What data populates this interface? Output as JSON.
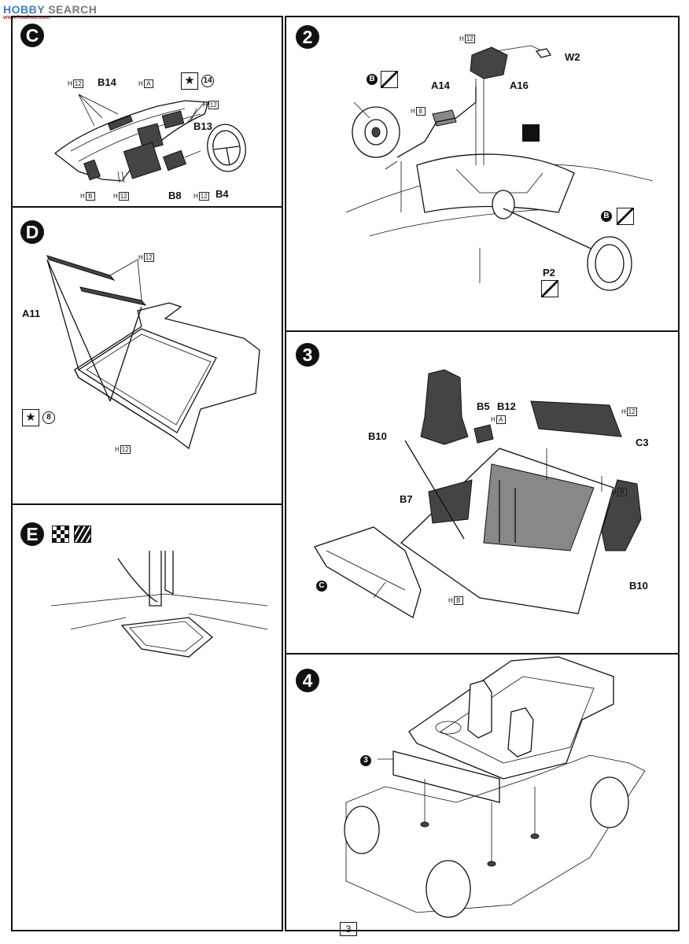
{
  "watermark": {
    "brand_left": "HOBBY",
    "brand_right": "SEARCH",
    "sub": "www.hsuhuo.com"
  },
  "page_number": "3",
  "sections": {
    "C": {
      "badge": "C",
      "parts": {
        "b14": "B14",
        "b13": "B13",
        "b8": "B8",
        "b4": "B4"
      },
      "tags": {
        "h12_a": "12",
        "h_a": "A",
        "h12_b": "12",
        "h_b": "B",
        "h12_c": "12",
        "h12_d": "12"
      },
      "h_prefix": "H",
      "paint_ref": "14"
    },
    "D": {
      "badge": "D",
      "parts": {
        "a11": "A11"
      },
      "tags": {
        "h12_a": "12",
        "h12_b": "12"
      },
      "paint_ref": "8"
    },
    "E": {
      "badge": "E"
    },
    "step2": {
      "badge": "2",
      "parts": {
        "w2": "W2",
        "a14": "A14",
        "a16": "A16",
        "p2": "P2"
      },
      "tags": {
        "h12": "12",
        "h8": "8"
      },
      "wheel_badge": "B"
    },
    "step3": {
      "badge": "3",
      "parts": {
        "b5": "B5",
        "b12": "B12",
        "b10_left": "B10",
        "c3": "C3",
        "b7": "B7",
        "b10_right": "B10"
      },
      "tags": {
        "h_a": "A",
        "h12": "12",
        "h_b": "B",
        "h_b2": "B"
      },
      "sub_ref": "C"
    },
    "step4": {
      "badge": "4",
      "sub_ref": "3"
    }
  }
}
